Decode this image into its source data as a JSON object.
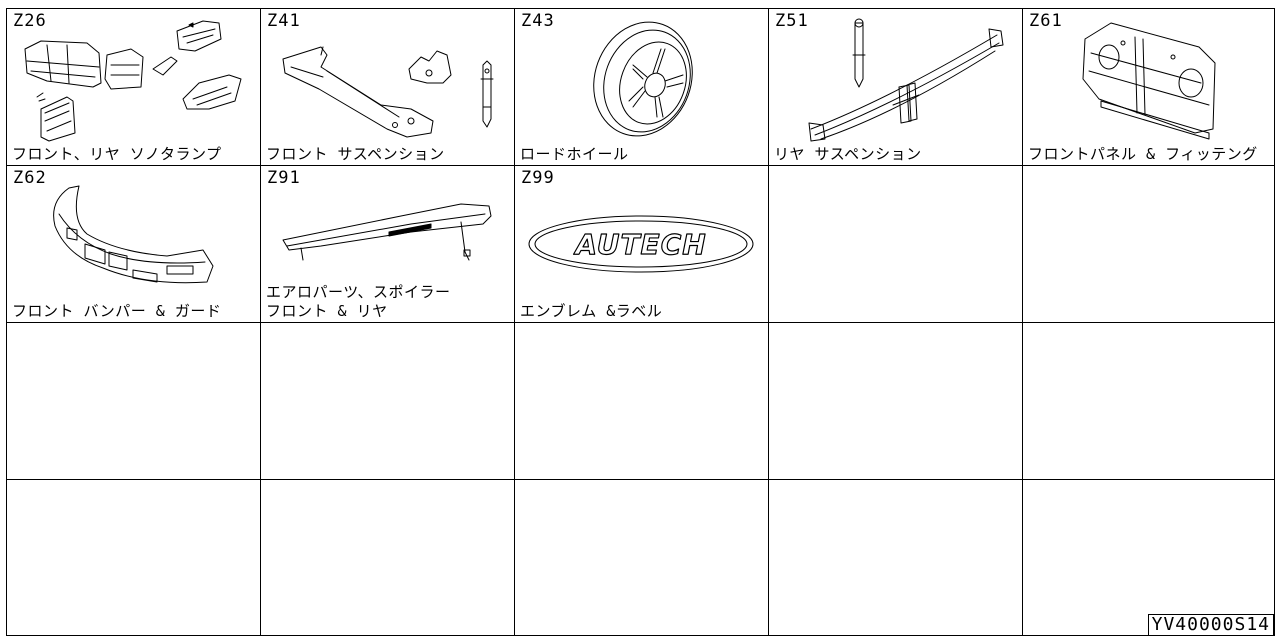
{
  "catalog": {
    "document_id": "YV40000S14",
    "cells": [
      {
        "code": "Z26",
        "label": "フロント、リヤ ソノタランプ",
        "icon": "lamps-illustration"
      },
      {
        "code": "Z41",
        "label": "フロント サスペンション",
        "icon": "front-suspension-illustration"
      },
      {
        "code": "Z43",
        "label": "ロードホイール",
        "icon": "road-wheel-illustration"
      },
      {
        "code": "Z51",
        "label": "リヤ サスペンション",
        "icon": "rear-suspension-illustration"
      },
      {
        "code": "Z61",
        "label": "フロントパネル & フィッテング",
        "icon": "front-panel-illustration"
      },
      {
        "code": "Z62",
        "label": "フロント バンパー & ガード",
        "icon": "front-bumper-illustration"
      },
      {
        "code": "Z91",
        "label": "エアロパーツ、スポイラー\nフロント & リヤ",
        "icon": "rear-spoiler-illustration"
      },
      {
        "code": "Z99",
        "label": "エンブレム &ラベル",
        "icon": "emblem-illustration",
        "emblem_text": "AUTECH"
      }
    ]
  }
}
